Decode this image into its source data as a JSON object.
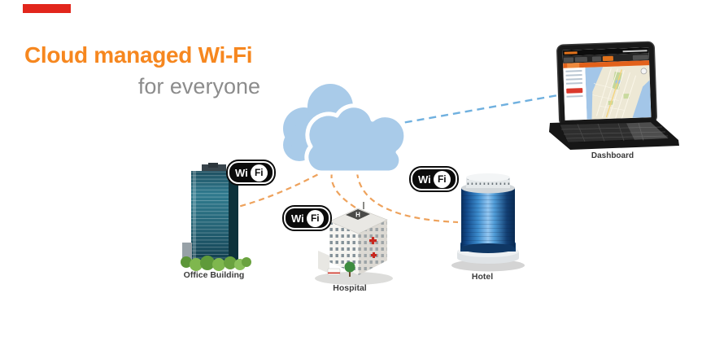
{
  "header": {
    "title": "Cloud managed Wi-Fi",
    "subtitle": "for everyone",
    "title_color": "#f6871f",
    "subtitle_color": "#8c8c8c"
  },
  "decor": {
    "red_bar_color": "#e2261c"
  },
  "cloud": {
    "color": "#a9cbe9"
  },
  "wifi_badge": {
    "wi": "Wi",
    "fi": "Fi"
  },
  "sites": [
    {
      "id": "office-building",
      "label": "Office Building"
    },
    {
      "id": "hospital",
      "label": "Hospital",
      "helipad_letter": "H"
    },
    {
      "id": "hotel",
      "label": "Hotel"
    }
  ],
  "laptop": {
    "label": "Dashboard"
  },
  "connections": {
    "orange_dashed": [
      "cloud-office-building",
      "cloud-hospital",
      "cloud-hotel"
    ],
    "blue_dashed": [
      "cloud-dashboard-laptop"
    ],
    "orange_color": "#eea25c",
    "blue_color": "#6fb0df"
  }
}
